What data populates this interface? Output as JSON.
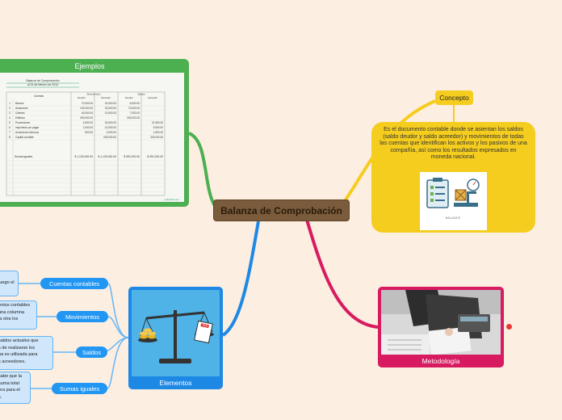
{
  "central": {
    "label": "Balanza de Comprobación"
  },
  "ejemplos": {
    "title": "Ejemplos",
    "sheet": {
      "heading1": "Balanza de Comprobación",
      "heading2": "al 31 de febrero de 2014",
      "col_cuenta": "Cuentas",
      "col_movimientos": "Movimientos",
      "col_saldos": "Saldos",
      "col_deudor": "Deudor",
      "col_acreedor": "Acreedor",
      "rows": [
        {
          "n": "1",
          "name": "Bancos",
          "a": "70,000.00",
          "b": "20,000.00",
          "c": "5,000.00",
          "d": ""
        },
        {
          "n": "2",
          "name": "Almacenes",
          "a": "130,000.00",
          "b": "20,000.00",
          "c": "70,000.00",
          "d": ""
        },
        {
          "n": "3",
          "name": "Clientes",
          "a": "40,000.00",
          "b": "10,000.00",
          "c": "7,000.00",
          "d": ""
        },
        {
          "n": "4",
          "name": "Edificios",
          "a": "200,000.00",
          "b": "",
          "c": "200,000.00",
          "d": ""
        },
        {
          "n": "5",
          "name": "Proveedores",
          "a": "2,500.00",
          "b": "30,000.00",
          "c": "",
          "d": "37,500.00"
        },
        {
          "n": "6",
          "name": "Impuestos por pagar",
          "a": "1,000.00",
          "b": "10,000.00",
          "c": "",
          "d": "9,000.00"
        },
        {
          "n": "7",
          "name": "Acreedores diversos",
          "a": "500.00",
          "b": "2,000.00",
          "c": "",
          "d": "1,500.00"
        },
        {
          "n": "8",
          "name": "Capital contable",
          "a": "",
          "b": "329,200.00",
          "c": "",
          "d": "329,200.00"
        }
      ],
      "total_label": "Sumas iguales",
      "totals": [
        "$ 1,129,000.00",
        "$ 1,129,000.00",
        "$ 392,200.00",
        "$ 392,200.00"
      ],
      "footer": "jodianalfi.com"
    }
  },
  "concepto": {
    "label": "Concepto",
    "text": "Es el documento contable donde se asientan los saldos (saldo deudor y saldo acreedor) y movimientos de todas las cuentas que identifican los activos y los pasivos de una compañía, así como los resultados expresados en moneda nacional.",
    "image_caption": "BALANCE"
  },
  "metodologia": {
    "label": "Metodología"
  },
  "elementos": {
    "label": "Elementos",
    "tax_text": "TAX",
    "children": [
      {
        "label": "Cuentas contables",
        "leaf_lines": [
          "",
          "luego el"
        ]
      },
      {
        "label": "Movimientos",
        "leaf_lines": [
          "entos contables",
          "una columna",
          "la otra los"
        ]
      },
      {
        "label": "Saldos",
        "leaf_lines": [
          "saldos actuales que",
          "s de realizarse los",
          "na es utilizada para",
          "s acreedores."
        ]
      },
      {
        "label": "Sumas iguales",
        "leaf_lines": [
          "sabe que la",
          "suma total",
          "era para el",
          "s."
        ]
      }
    ]
  },
  "colors": {
    "background": "#fdeee2",
    "central": "#7a5c3c",
    "ejemplos": "#4caf50",
    "concepto": "#f5cd1f",
    "metodologia": "#d81b60",
    "elementos": "#1e88e5"
  }
}
